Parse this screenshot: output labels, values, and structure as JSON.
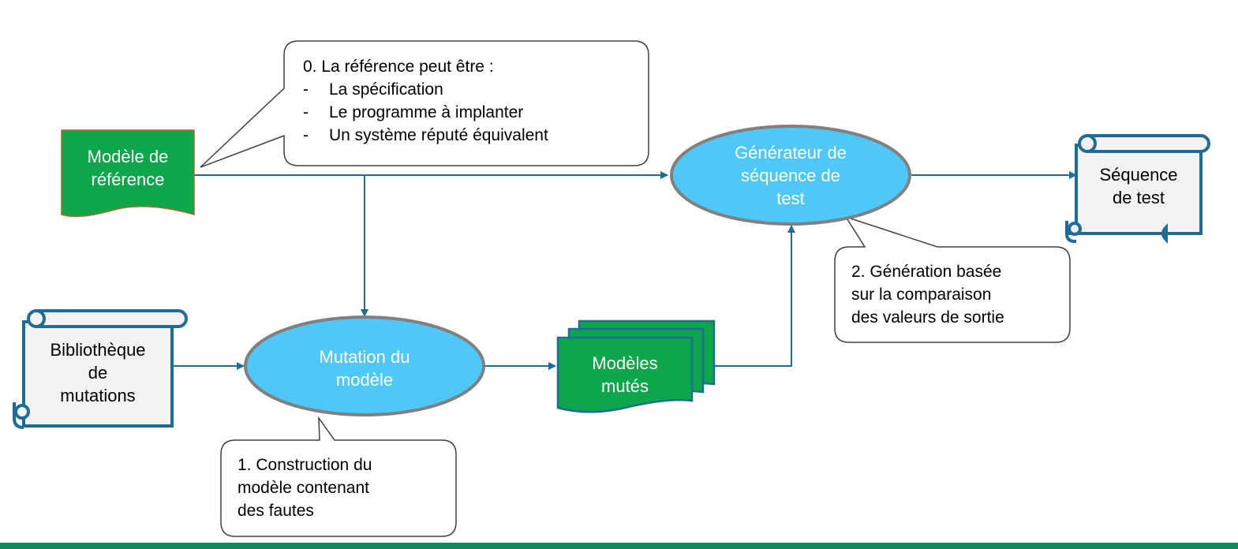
{
  "nodes": {
    "reference_model": {
      "lines": [
        "Modèle de",
        "référence"
      ]
    },
    "test_generator": {
      "lines": [
        "Générateur de",
        "séquence de",
        "test"
      ]
    },
    "test_sequence": {
      "lines": [
        "Séquence",
        "de test"
      ]
    },
    "mutation_library": {
      "lines": [
        "Bibliothèque",
        "de",
        "mutations"
      ]
    },
    "model_mutation": {
      "lines": [
        "Mutation du",
        "modèle"
      ]
    },
    "mutated_models": {
      "lines": [
        "Modèles",
        "mutés"
      ]
    }
  },
  "callouts": {
    "reference": {
      "title": "0.  La référence peut être :",
      "items": [
        "La spécification",
        "Le programme à implanter",
        "Un système réputé équivalent"
      ],
      "dash": "-"
    },
    "construction": {
      "lines": [
        "1.  Construction du",
        "modèle contenant",
        "des fautes"
      ]
    },
    "generation": {
      "lines": [
        "2.  Génération basée",
        "sur la comparaison",
        "des valeurs de sortie"
      ]
    }
  },
  "colors": {
    "green_doc": "#0da64a",
    "ellipse_fill": "#4fc8f8",
    "ellipse_stroke": "#808080",
    "arrow": "#1f6d96",
    "scroll_stroke": "#1f6d96",
    "scroll_fill": "#f2f2f2",
    "footer": "#0f8a5a"
  }
}
